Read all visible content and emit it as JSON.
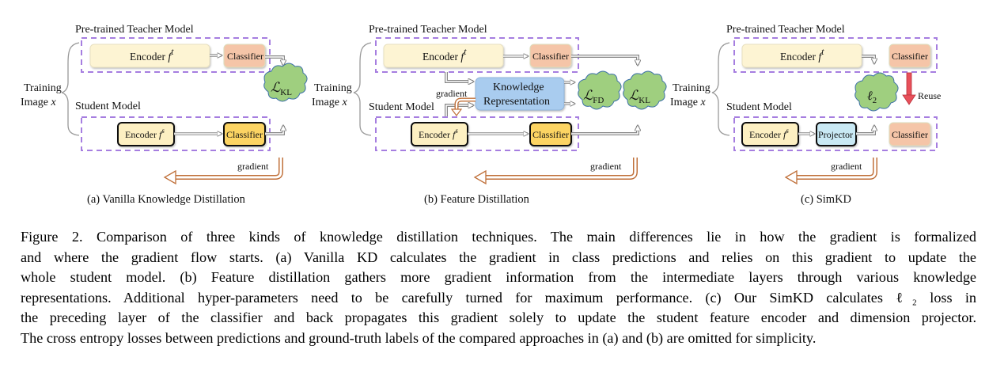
{
  "colors": {
    "teacher_encoder": "#fdf4d3",
    "teacher_classifier": "#f5c5a8",
    "student_encoder": "#fdf0c2",
    "student_classifier": "#fcd463",
    "projector": "#c9e9f4",
    "knowledge_repr": "#a9ccef",
    "cloud": "#9fcf7f",
    "cloud_stroke": "#3b6fa8",
    "dashed_border": "#a67ee0",
    "gradient_arrow": "#c0703a",
    "reuse_arrow": "#e8505a"
  },
  "panels": [
    {
      "id": "a",
      "teacher_title": "Pre-trained Teacher Model",
      "student_title": "Student Model",
      "input_label_line1": "Training",
      "input_label_line2": "Image",
      "input_var": "x",
      "teacher_encoder": "Encoder",
      "teacher_encoder_sym": "f",
      "teacher_encoder_sup": "t",
      "teacher_classifier": "Classifier",
      "student_encoder": "Encoder",
      "student_encoder_sym": "f",
      "student_encoder_sup": "s",
      "student_classifier": "Classifier",
      "loss_symbol": "ℒ",
      "loss_sub": "KL",
      "gradient_label": "gradient",
      "subcaption": "(a) Vanilla Knowledge Distillation"
    },
    {
      "id": "b",
      "teacher_title": "Pre-trained Teacher Model",
      "student_title": "Student Model",
      "input_label_line1": "Training",
      "input_label_line2": "Image",
      "input_var": "x",
      "teacher_encoder": "Encoder",
      "teacher_encoder_sym": "f",
      "teacher_encoder_sup": "t",
      "teacher_classifier": "Classifier",
      "student_encoder": "Encoder",
      "student_encoder_sym": "f",
      "student_encoder_sup": "s",
      "student_classifier": "Classifier",
      "knowledge_line1": "Knowledge",
      "knowledge_line2": "Representation",
      "loss1_symbol": "ℒ",
      "loss1_sub": "FD",
      "loss2_symbol": "ℒ",
      "loss2_sub": "KL",
      "inner_gradient_label": "gradient",
      "gradient_label": "gradient",
      "subcaption": "(b) Feature Distillation"
    },
    {
      "id": "c",
      "teacher_title": "Pre-trained Teacher Model",
      "student_title": "Student Model",
      "input_label_line1": "Training",
      "input_label_line2": "Image",
      "input_var": "x",
      "teacher_encoder": "Encoder",
      "teacher_encoder_sym": "f",
      "teacher_encoder_sup": "t",
      "teacher_classifier": "Classifier",
      "student_encoder": "Encoder",
      "student_encoder_sym": "f",
      "student_encoder_sup": "s",
      "projector": "Projector",
      "student_classifier": "Classifier",
      "loss_symbol": "ℓ",
      "loss_sub": "2",
      "reuse_label": "Reuse",
      "gradient_label": "gradient",
      "subcaption": "(c) SimKD"
    }
  ],
  "caption": {
    "lines": [
      "Figure 2.  Comparison of three kinds of knowledge distillation techniques.  The main differences lie in how the gradient is formalized",
      "and where the gradient flow starts.  (a) Vanilla KD calculates the gradient in class predictions and relies on this gradient to update the",
      "whole student model. (b) Feature distillation gathers more gradient information from the intermediate layers through various knowledge",
      "representations.  Additional hyper-parameters need to be carefully turned for maximum performance. (c) Our SimKD calculates ℓ₂ loss in",
      "the preceding layer of the classifier and back propagates this gradient solely to update the student feature encoder and dimension projector.",
      "The cross entropy losses between predictions and ground-truth labels of the compared approaches in (a) and (b) are omitted for simplicity."
    ]
  }
}
